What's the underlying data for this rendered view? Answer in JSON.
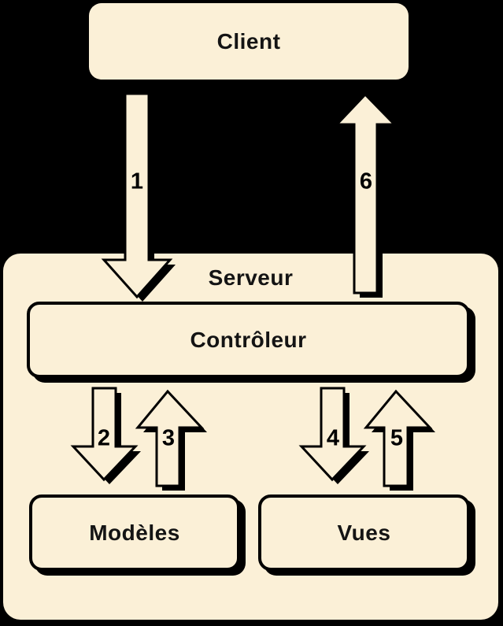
{
  "colors": {
    "background": "#000000",
    "box_fill": "#FBF0D7",
    "outline": "#000000",
    "text": "#141414"
  },
  "nodes": {
    "client": {
      "label": "Client"
    },
    "serveur": {
      "label": "Serveur"
    },
    "controleur": {
      "label": "Contrôleur"
    },
    "modeles": {
      "label": "Modèles"
    },
    "vues": {
      "label": "Vues"
    }
  },
  "arrows": [
    {
      "label": "1",
      "direction": "down",
      "from": "Client",
      "to": "Contrôleur"
    },
    {
      "label": "2",
      "direction": "down",
      "from": "Contrôleur",
      "to": "Modèles"
    },
    {
      "label": "3",
      "direction": "up",
      "from": "Modèles",
      "to": "Contrôleur"
    },
    {
      "label": "4",
      "direction": "down",
      "from": "Contrôleur",
      "to": "Vues"
    },
    {
      "label": "5",
      "direction": "up",
      "from": "Vues",
      "to": "Contrôleur"
    },
    {
      "label": "6",
      "direction": "up",
      "from": "Contrôleur",
      "to": "Client"
    }
  ]
}
